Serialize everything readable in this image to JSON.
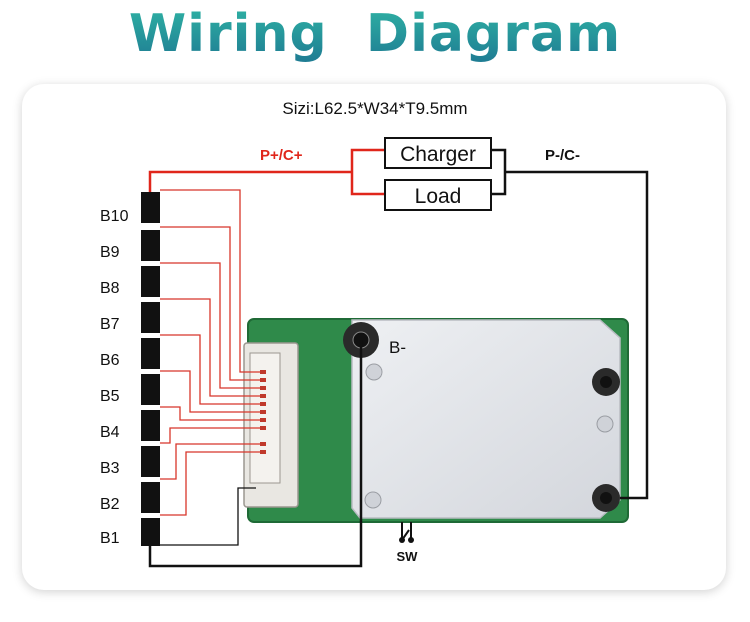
{
  "title": "Wiring  Diagram",
  "size_label": "Sizi:L62.5*W34*T9.5mm",
  "charger_label": "Charger",
  "load_label": "Load",
  "p_plus_label": "P+/C+",
  "p_minus_label": "P-/C-",
  "b_minus_label": "B-",
  "sw_label": "SW",
  "cells": [
    "B10",
    "B9",
    "B8",
    "B7",
    "B6",
    "B5",
    "B4",
    "B3",
    "B2",
    "B1"
  ],
  "colors": {
    "title_start": "#2fb3a4",
    "title_end": "#1b6f8f",
    "positive_wire": "#e0261b",
    "negative_wire": "#111111",
    "balance_wire": "#d8352a",
    "pcb": "#2f8a4a",
    "heatsink": "#e4e6ea"
  }
}
